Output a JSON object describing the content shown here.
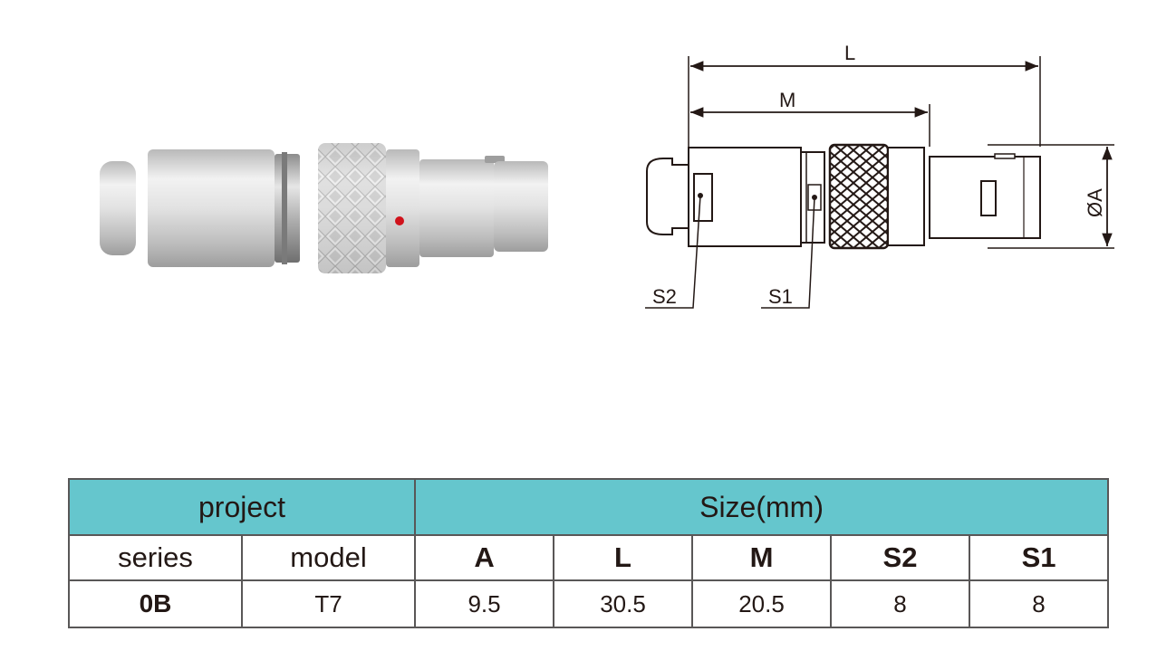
{
  "drawing": {
    "dim_L": "L",
    "dim_M": "M",
    "dim_A": "ØA",
    "label_S2": "S2",
    "label_S1": "S1"
  },
  "table": {
    "project_header": "project",
    "size_header": "Size(mm)",
    "col_series": "series",
    "col_model": "model",
    "col_A": "A",
    "col_L": "L",
    "col_M": "M",
    "col_S2": "S2",
    "col_S1": "S1",
    "row": {
      "series": "0B",
      "model": "T7",
      "A": "9.5",
      "L": "30.5",
      "M": "20.5",
      "S2": "8",
      "S1": "8"
    }
  },
  "colors": {
    "header_bg": "#65c6cd",
    "border": "#595757",
    "marker_red": "#d0121b"
  }
}
